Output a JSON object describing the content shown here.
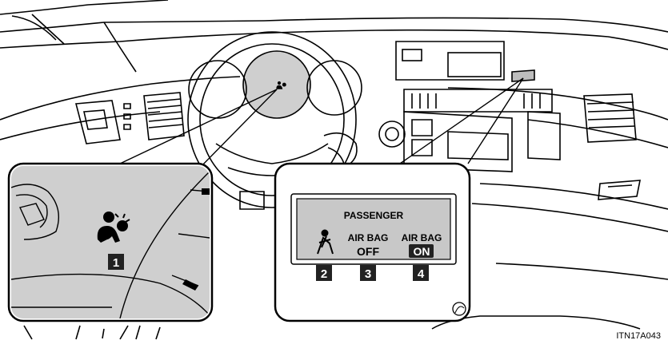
{
  "figure_code": "ITN17A043",
  "callouts": {
    "warning_light": "1",
    "seatbelt_indicator": "2",
    "airbag_off_indicator": "3",
    "airbag_on_indicator": "4"
  },
  "passenger_panel": {
    "header": "PASSENGER",
    "off_top": "AIR BAG",
    "off_bottom": "OFF",
    "on_top": "AIR BAG",
    "on_bottom": "ON"
  },
  "icons": {
    "airbag_warning": "airbag-warning-icon",
    "seatbelt": "passenger-seatbelt-icon"
  },
  "colors": {
    "gauge_fill": "#cfcfcf",
    "panel_fill": "#c8c8c8",
    "line": "#000000",
    "callout_box": "#222222"
  }
}
